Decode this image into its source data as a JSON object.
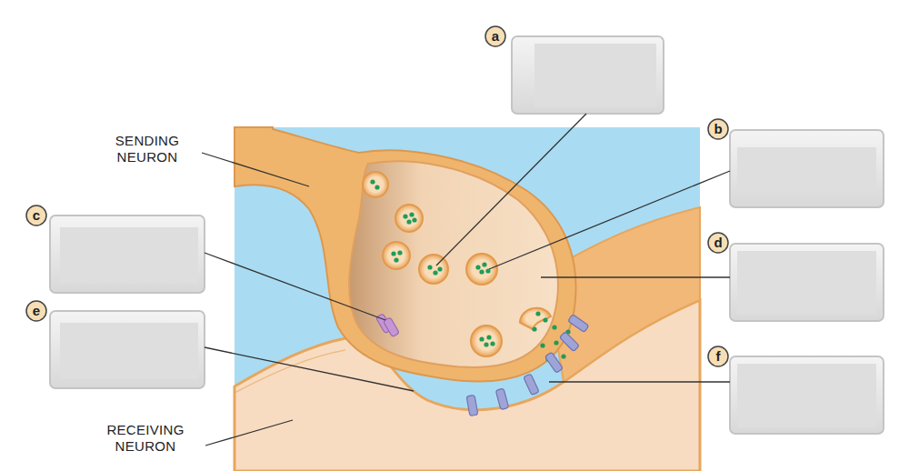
{
  "diagram": {
    "labels": [
      "a",
      "b",
      "c",
      "d",
      "e",
      "f",
      "SENDING NEURON",
      "RECEIVING NEURON"
    ]
  }
}
